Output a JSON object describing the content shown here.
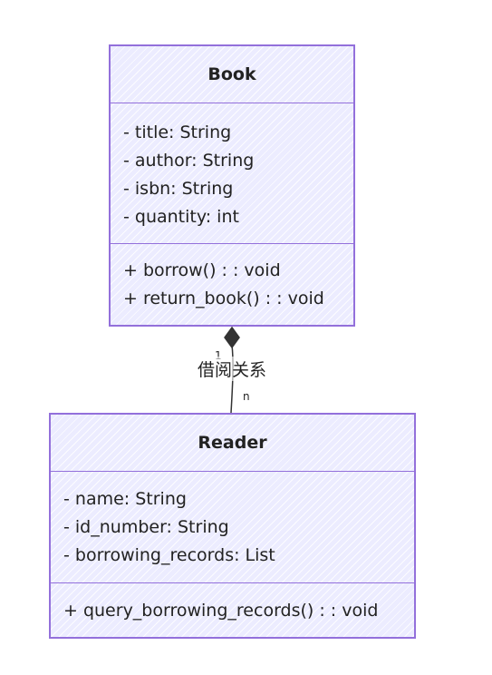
{
  "classes": {
    "book": {
      "name": "Book",
      "attributes": [
        "- title: String",
        "- author: String",
        "- isbn: String",
        "- quantity: int"
      ],
      "methods": [
        "+ borrow() : : void",
        "+ return_book() : : void"
      ]
    },
    "reader": {
      "name": "Reader",
      "attributes": [
        "- name: String",
        "- id_number: String",
        "- borrowing_records: List"
      ],
      "methods": [
        "+ query_borrowing_records() : : void"
      ]
    }
  },
  "relationship": {
    "type": "composition",
    "label": "借阅关系",
    "from_multiplicity": "1",
    "to_multiplicity": "n"
  },
  "colors": {
    "class_border": "#9370db",
    "class_fill": "#ececff",
    "line": "#333333"
  }
}
